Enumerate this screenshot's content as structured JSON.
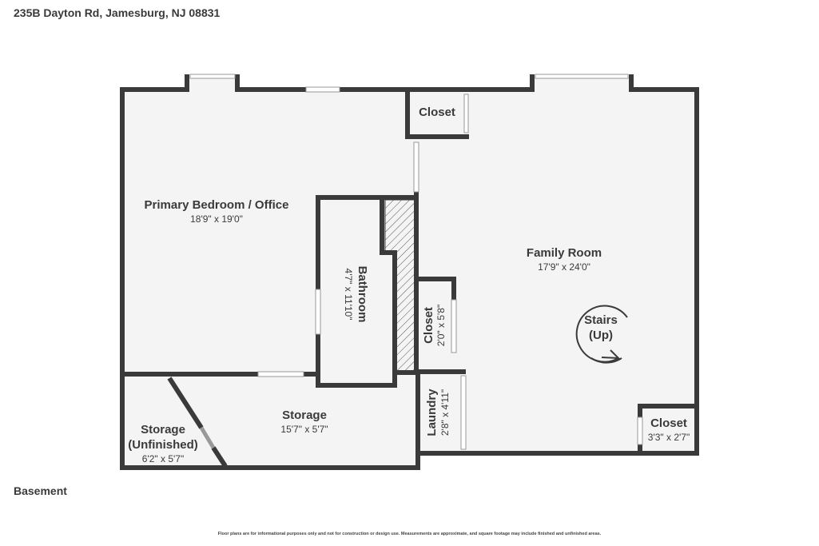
{
  "header": {
    "address": "235B Dayton Rd, Jamesburg, NJ 08831"
  },
  "floor": {
    "label": "Basement"
  },
  "footer": {
    "disclaimer": "Floor plans are for informational purposes only and not for construction or design use. Measurements are approximate, and square footage may include finished and unfinished areas."
  },
  "rooms": {
    "primary_bedroom": {
      "name": "Primary Bedroom / Office",
      "dims": "18'9\" x 19'0\""
    },
    "family_room": {
      "name": "Family Room",
      "dims": "17'9\" x 24'0\""
    },
    "closet_top": {
      "name": "Closet"
    },
    "bathroom": {
      "name": "Bathroom",
      "dims": "4'7\" x 11'10\""
    },
    "closet_mid": {
      "name": "Closet",
      "dims": "2'0\" x 5'8\""
    },
    "stairs": {
      "line1": "Stairs",
      "line2": "(Up)"
    },
    "storage": {
      "name": "Storage",
      "dims": "15'7\" x 5'7\""
    },
    "storage_unfinished": {
      "name1": "Storage",
      "name2": "(Unfinished)",
      "dims": "6'2\" x 5'7\""
    },
    "laundry": {
      "name": "Laundry",
      "dims": "2'8\" x 4'11\""
    },
    "closet_bottom": {
      "name": "Closet",
      "dims": "3'3\" x 2'7\""
    }
  },
  "colors": {
    "wall": "#3a3a3a",
    "floor": "#f4f4f4",
    "background": "#ffffff"
  }
}
